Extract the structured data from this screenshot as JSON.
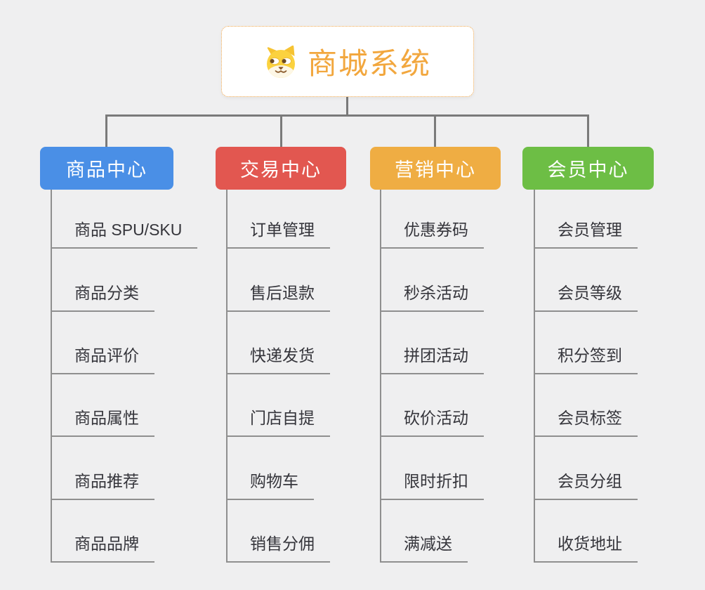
{
  "root": {
    "title": "商城系统",
    "icon": "dog-face-icon"
  },
  "branches": [
    {
      "label": "商品中心",
      "color": "#4a8fe6",
      "children": [
        "商品 SPU/SKU",
        "商品分类",
        "商品评价",
        "商品属性",
        "商品推荐",
        "商品品牌"
      ]
    },
    {
      "label": "交易中心",
      "color": "#e25750",
      "children": [
        "订单管理",
        "售后退款",
        "快递发货",
        "门店自提",
        "购物车",
        "销售分佣"
      ]
    },
    {
      "label": "营销中心",
      "color": "#efad43",
      "children": [
        "优惠券码",
        "秒杀活动",
        "拼团活动",
        "砍价活动",
        "限时折扣",
        "满减送"
      ]
    },
    {
      "label": "会员中心",
      "color": "#6dbe45",
      "children": [
        "会员管理",
        "会员等级",
        "积分签到",
        "会员标签",
        "会员分组",
        "收货地址"
      ]
    }
  ],
  "colors": {
    "bg": "#efeff0",
    "connector": "#7a7a7a",
    "branch-line": "#8f8f8f",
    "leaf-text": "#35353b",
    "root-border": "#f0a64a",
    "root-title": "#f2a73e"
  }
}
